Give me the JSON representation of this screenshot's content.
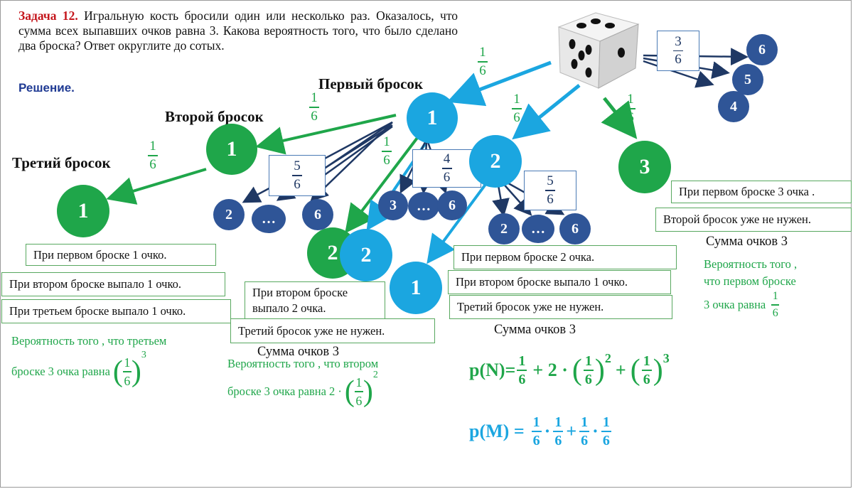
{
  "problem": {
    "title": "Задача 12.",
    "text": "Игральную кость бросили один или несколько раз. Оказалось, что сумма всех выпавших очков равна 3. Какова вероятность того, что было сделано два броска? Ответ округлите до сотых.",
    "solution_label": "Решение."
  },
  "headings": {
    "first_throw": "Первый бросок",
    "second_throw": "Второй бросок",
    "third_throw": "Третий бросок"
  },
  "nodes": {
    "root_1": "1",
    "root_2": "2",
    "root_3": "3",
    "right_6": "6",
    "right_5": "5",
    "right_4": "4",
    "second_1": "1",
    "third_1": "1",
    "b1_2": "2",
    "b1_dots": "…",
    "b1_6": "6",
    "b2_3": "3",
    "b2_dots": "…",
    "b2_6": "6",
    "b3_2": "2",
    "b3_dots": "…",
    "b3_6": "6",
    "green_2": "2",
    "cyan_2": "2",
    "cyan_1": "1"
  },
  "fractions": {
    "one_sixth": {
      "num": "1",
      "den": "6"
    },
    "three_sixths": {
      "num": "3",
      "den": "6"
    },
    "five_sixths": {
      "num": "5",
      "den": "6"
    },
    "four_sixths": {
      "num": "4",
      "den": "6"
    }
  },
  "boxes": {
    "left_1": "При первом броске  1 очко.",
    "left_2": "При втором броске выпало 1 очко.",
    "left_3": "При третьем броске выпало 1 очко.",
    "mid_1a": "При втором броске",
    "mid_1b": "выпало 2 очка.",
    "mid_2": "Третий бросок уже не нужен.",
    "cr_1": "При первом броске 2 очка.",
    "cr_2": "При втором броске выпало 1 очко.",
    "cr_3": "Третий бросок уже не нужен.",
    "r_1": "При первом броске 3 очка .",
    "r_2": "Второй бросок уже не нужен."
  },
  "sums": {
    "right": "Сумма очков 3",
    "center": "Сумма очков 3",
    "middle": "Сумма очков 3"
  },
  "notes": {
    "left_a": "Вероятность того , что третьем",
    "left_b": "броске 3 очка равна",
    "left_exp": "3",
    "mid_a": "Вероятность того , что втором",
    "mid_b": "броске 3 очка равна 2 ·",
    "mid_exp": "2",
    "right_a": "Вероятность того ,",
    "right_b": "что первом броске",
    "right_c": "3 очка равна"
  },
  "formulas": {
    "pN_label": "p(N)=",
    "pN_plus1": "+ 2 ·",
    "pN_exp1": "2",
    "pN_plus2": "+",
    "pN_exp2": "3",
    "pM_label": "p(M) =",
    "dot": "·",
    "plus": "+"
  },
  "colors": {
    "green": "#1fa64a",
    "cyan": "#1ba6e0",
    "navy": "#2f5597",
    "title_red": "#c4161c",
    "solution_blue": "#1f3a93"
  },
  "icons": {
    "die": "dice-icon"
  }
}
